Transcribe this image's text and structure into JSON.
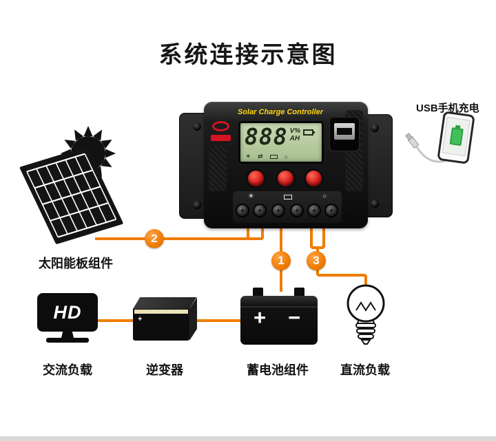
{
  "page": {
    "title": "系统连接示意图"
  },
  "controller": {
    "brand": "Solar Charge Controller",
    "display": {
      "value": "888",
      "unit_top": "V%",
      "unit_bottom": "AH"
    }
  },
  "markers": {
    "battery": "1",
    "solar": "2",
    "load": "3"
  },
  "devices": {
    "monitor_text": "HD",
    "battery_plus": "+",
    "battery_minus": "−"
  },
  "labels": {
    "usb_charging": "USB手机充电",
    "solar_panel": "太阳能板组件",
    "ac_load": "交流负载",
    "inverter": "逆变器",
    "battery": "蓄电池组件",
    "dc_load": "直流负载"
  },
  "icons": {
    "sun": "☀",
    "arrows": "⇄",
    "bulb": "○",
    "plus": "+"
  },
  "colors": {
    "accent_orange": "#ef7c00",
    "lcd_green": "#bccfa5",
    "button_red": "#d61c1c",
    "device_black": "#121212",
    "phone_battery_green": "#43c05b"
  }
}
